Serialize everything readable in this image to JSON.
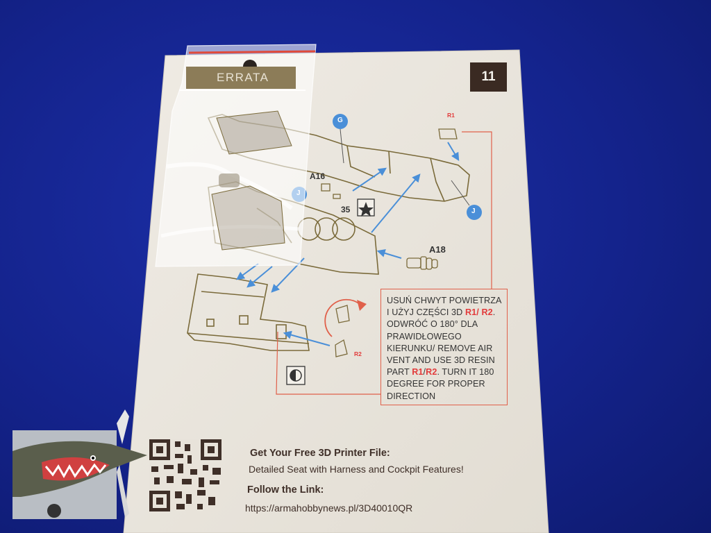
{
  "sheet": {
    "page_number": "11",
    "part_labels": {
      "a16": "A16",
      "a18": "A18",
      "num35": "35",
      "r1_top": "R1",
      "r2_bottom": "R2",
      "g": "G",
      "j": "J"
    },
    "note": {
      "part1": "USUŃ CHWYT POWIETRZA I UŻYJ CZĘŚCI 3D ",
      "r1a": "R1",
      "slash1": "/ ",
      "r2a": "R2",
      "part2": ". ODWRÓĆ O 180° DLA PRAWIDŁOWEGO KIERUNKU/ REMOVE AIR VENT AND USE 3D RESIN PART ",
      "r1b": "R1",
      "slash2": "/",
      "r2b": "R2",
      "part3": ". TURN IT 180 DEGREE FOR PROPER DIRECTION"
    },
    "promo": {
      "title": "Get Your Free 3D Printer File:",
      "subtitle": "Detailed Seat with Harness and Cockpit Features!",
      "follow": "Follow the Link:",
      "link": "https://armahobbynews.pl/3D40010QR"
    }
  },
  "bag": {
    "label": "ERRATA"
  },
  "colors": {
    "background": "#14238c",
    "paper": "#ece8e0",
    "line_art": "#7a6a3a",
    "arrow": "#4a8fd8",
    "accent_red": "#e0604a",
    "page_badge": "#3a2a22"
  }
}
